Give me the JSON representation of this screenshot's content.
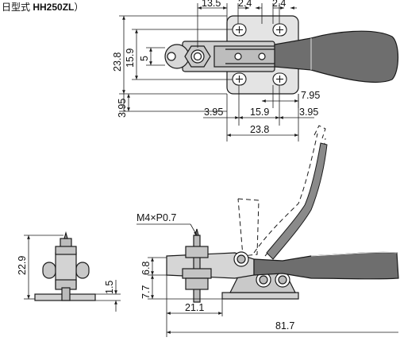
{
  "title": {
    "prefix": "日型式 ",
    "model": "HH250ZL",
    "suffix": "）"
  },
  "top_view": {
    "dim_13_5": "13.5",
    "dim_2_4_left": "2.4",
    "dim_2_4_right": "2.4",
    "dim_23_8_vertical": "23.8",
    "dim_15_9_vertical": "15.9",
    "dim_5": "5",
    "dim_3_95_vertical": "3.95",
    "dim_7_95": "7.95",
    "dim_3_95_left": "3.95",
    "dim_15_9_horizontal": "15.9",
    "dim_3_95_right": "3.95",
    "dim_23_8_horizontal": "23.8"
  },
  "side_view": {
    "thread_label": "M4×P0.7",
    "dim_22_9": "22.9",
    "dim_6_8": "6.8",
    "dim_7_7": "7.7",
    "dim_1_5": "1.5",
    "dim_21_1": "21.1",
    "dim_81_7": "81.7"
  },
  "colors": {
    "line": "#1a1a1a",
    "part_fill": "#c8c8c8",
    "handle_fill": "#6e6e6e",
    "background": "#ffffff"
  }
}
